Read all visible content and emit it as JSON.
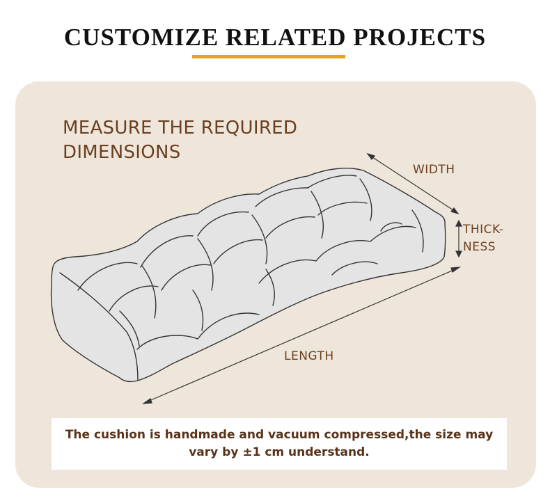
{
  "header": {
    "title": "CUSTOMIZE RELATED PROJECTS"
  },
  "card": {
    "title": "MEASURE THE REQUIRED DIMENSIONS",
    "labels": {
      "width": "WIDTH",
      "thickness_line1": "THICK-",
      "thickness_line2": "NESS",
      "length": "LENGTH"
    },
    "note": "The cushion is handmade and vacuum compressed,the size may vary by ±1 cm understand."
  },
  "colors": {
    "accent_underline": "#e2a51f",
    "card_background": "#efe6db",
    "brown_text": "#6b3f1f",
    "cushion_fill": "#e4e4e4",
    "outline": "#333333"
  },
  "icons": [
    "cushion-illustration",
    "double-arrow-icon"
  ]
}
